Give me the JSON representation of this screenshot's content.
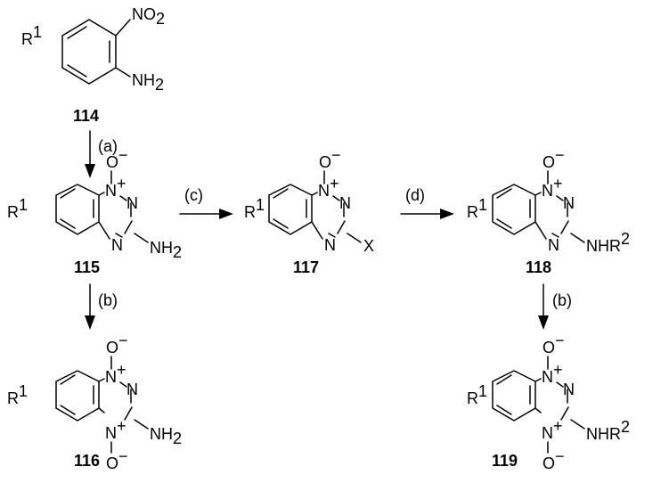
{
  "labels": {
    "nitro": "NO",
    "nitro_sub": "2",
    "amine": "NH",
    "amine_sub": "2",
    "r": "R",
    "r_sup": "1",
    "n": "N",
    "o": "O",
    "plus": "+",
    "minus": "−",
    "x": "X",
    "nhr": "NHR",
    "nhr_sup": "2"
  },
  "compounds": {
    "c114": "114",
    "c115": "115",
    "c116": "116",
    "c117": "117",
    "c118": "118",
    "c119": "119"
  },
  "steps": {
    "a": "(a)",
    "b1": "(b)",
    "c": "(c)",
    "d": "(d)",
    "b2": "(b)"
  }
}
